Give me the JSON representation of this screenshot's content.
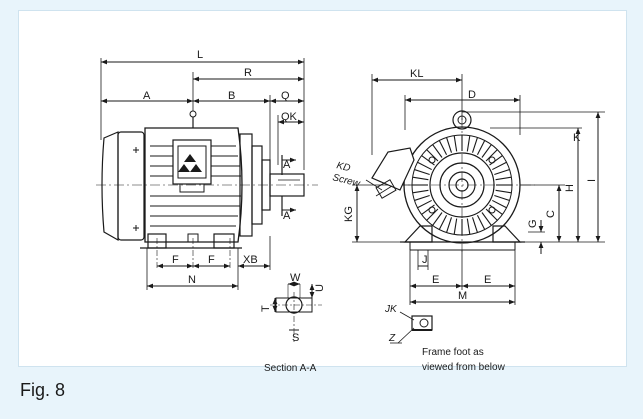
{
  "figure": {
    "label": "Fig. 8"
  },
  "colors": {
    "background": "#e8f4fb",
    "panel": "#ffffff",
    "line": "#1a1a1a"
  },
  "side_view": {
    "dims": {
      "L": "L",
      "R": "R",
      "A": "A",
      "B": "B",
      "Q": "Q",
      "QK": "QK",
      "F1": "F",
      "F2": "F",
      "XB": "XB",
      "N": "N",
      "A_top": "A",
      "A_bottom": "A"
    }
  },
  "front_view": {
    "dims": {
      "KL": "KL",
      "D": "D",
      "K": "K",
      "H": "H",
      "I": "I",
      "C": "C",
      "G": "G",
      "KG": "KG",
      "J": "J",
      "E1": "E",
      "E2": "E",
      "M": "M",
      "KD": "KD",
      "Screw": "Screw"
    }
  },
  "section": {
    "dims": {
      "W": "W",
      "U": "U",
      "T": "T",
      "S": "S"
    },
    "caption": "Section A-A"
  },
  "foot": {
    "dims": {
      "JK": "JK",
      "Z": "Z"
    },
    "caption_line1": "Frame foot as",
    "caption_line2": "viewed from below"
  }
}
